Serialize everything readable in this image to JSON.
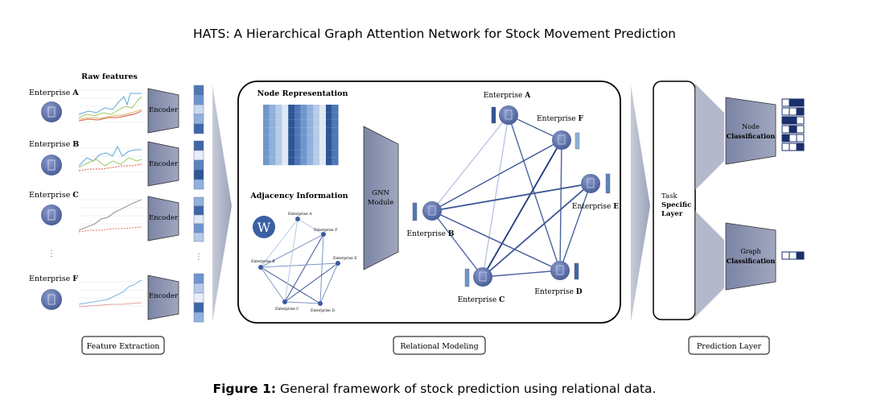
{
  "header": {
    "title": "HATS: A Hierarchical Graph Attention Network for Stock Movement Prediction"
  },
  "caption": {
    "label": "Figure 1:",
    "text": "General framework of stock prediction using relational data."
  },
  "feature_extraction": {
    "raw_features_label": "Raw features",
    "enterprises": [
      {
        "prefix": "Enterprise",
        "letter": "A"
      },
      {
        "prefix": "Enterprise",
        "letter": "B"
      },
      {
        "prefix": "Enterprise",
        "letter": "C"
      },
      {
        "prefix": "Enterprise",
        "letter": "F"
      }
    ],
    "ellipsis": "⋮",
    "encoder_label": "Encoder",
    "section_label": "Feature Extraction"
  },
  "relational_modeling": {
    "node_representation_label": "Node Representation",
    "adjacency_label": "Adjacency Information",
    "wiki_letter": "W",
    "mini_graph_labels": [
      "Enterprise A",
      "Enterprise F",
      "Enterprise E",
      "Enterprise D",
      "Enterprise C",
      "Enterprise B"
    ],
    "gnn_label_line1": "GNN",
    "gnn_label_line2": "Module",
    "graph_nodes": [
      {
        "prefix": "Enterprise",
        "letter": "A"
      },
      {
        "prefix": "Enterprise",
        "letter": "F"
      },
      {
        "prefix": "Enterprise",
        "letter": "E"
      },
      {
        "prefix": "Enterprise",
        "letter": "B"
      },
      {
        "prefix": "Enterprise",
        "letter": "C"
      },
      {
        "prefix": "Enterprise",
        "letter": "D"
      }
    ],
    "section_label": "Relational Modeling"
  },
  "prediction": {
    "task_layer_lines": [
      "Task",
      "Specific",
      "Layer"
    ],
    "node_classification": [
      "Node",
      "Classification"
    ],
    "graph_classification": [
      "Graph",
      "Classification"
    ],
    "section_label": "Prediction Layer"
  },
  "colors": {
    "node_fill": "#5a6fa6",
    "encoder_fill": "#8e96b0",
    "dark_blue": "#1a2f6b",
    "light_blue": "#b8c6e2"
  }
}
